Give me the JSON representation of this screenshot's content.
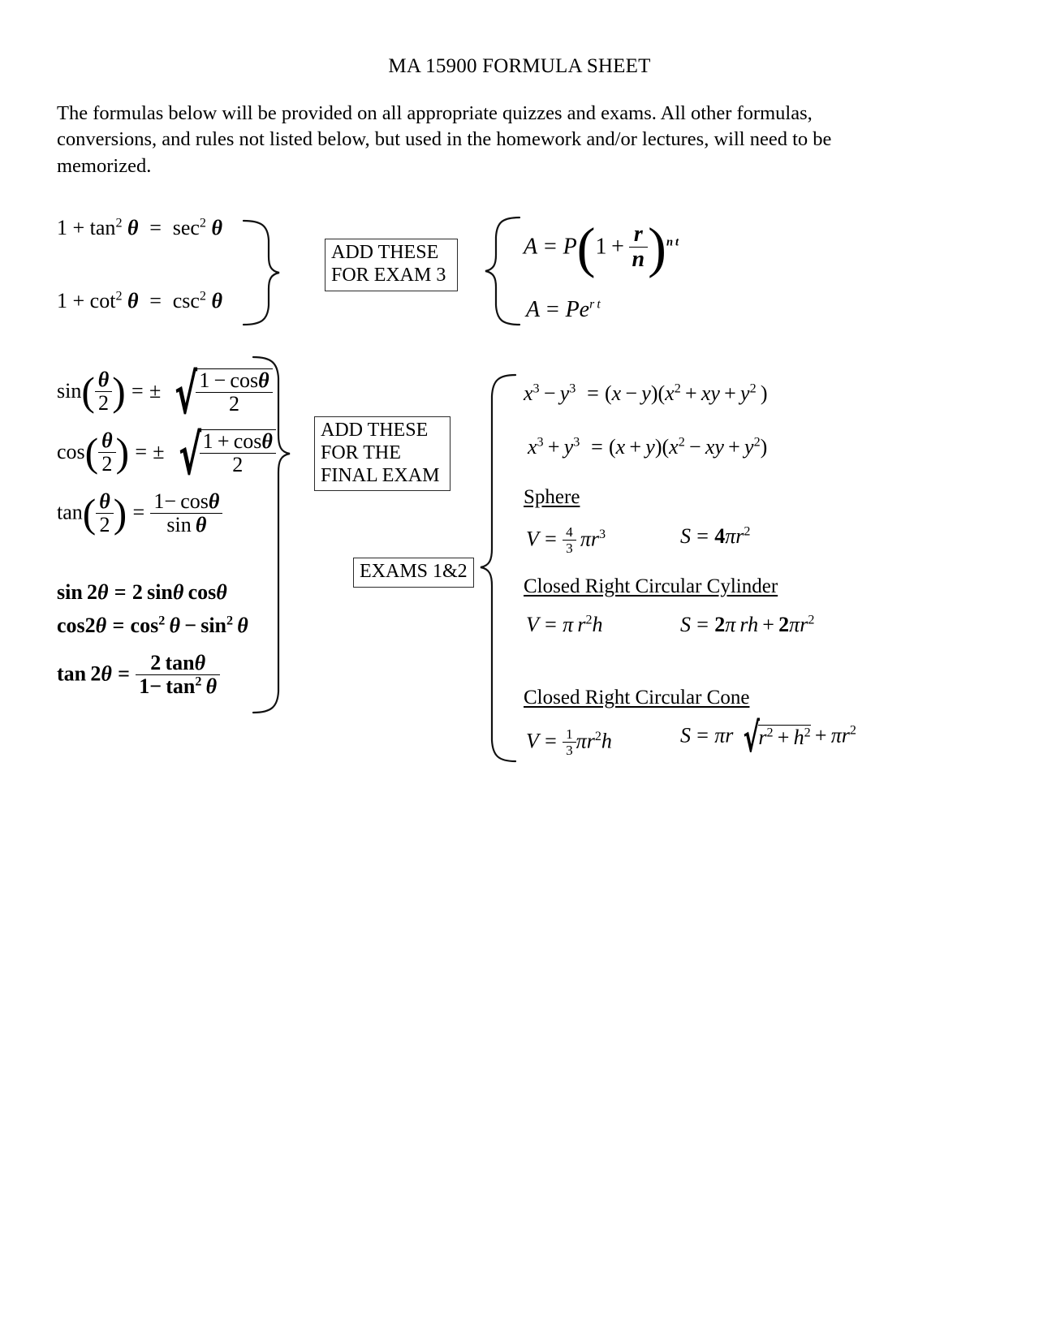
{
  "document": {
    "title": "MA 15900 FORMULA SHEET",
    "intro": "The formulas below will be provided on all appropriate quizzes and exams. All other formulas, conversions, and rules not listed below, but used in the homework and/or lectures, will need to be memorized."
  },
  "labels": {
    "exam3": "ADD THESE\nFOR EXAM 3",
    "exam3_line1": "ADD THESE",
    "exam3_line2": "FOR EXAM 3",
    "final_line1": "ADD THESE",
    "final_line2": "FOR THE",
    "final_line3": "FINAL EXAM",
    "exams12": "EXAMS 1&2"
  },
  "pythagorean_identities": {
    "items": [
      {
        "id": "tan-sec",
        "text": "1 + tan² θ = sec² θ"
      },
      {
        "id": "cot-csc",
        "text": "1 + cot² θ = csc² θ"
      }
    ]
  },
  "interest_formulas": {
    "items": [
      {
        "id": "compound-interest",
        "text": "A = P(1 + r/n)^nt"
      },
      {
        "id": "continuous-interest",
        "text": "A = Pe^rt"
      }
    ]
  },
  "half_angle_identities": {
    "items": [
      {
        "id": "sin-half",
        "text": "sin(θ/2) = ±√((1 − cosθ)/2)"
      },
      {
        "id": "cos-half",
        "text": "cos(θ/2) = ±√((1 + cosθ)/2)"
      },
      {
        "id": "tan-half",
        "text": "tan(θ/2) = (1 − cosθ)/(sin θ)"
      }
    ]
  },
  "double_angle_identities": {
    "items": [
      {
        "id": "sin-double",
        "text": "sin 2θ = 2 sinθ cosθ"
      },
      {
        "id": "cos-double",
        "text": "cos 2θ = cos² θ − sin² θ"
      },
      {
        "id": "tan-double",
        "text": "tan 2θ = 2 tanθ / (1 − tan² θ)"
      }
    ]
  },
  "cube_factoring": {
    "items": [
      {
        "id": "difference-of-cubes",
        "text": "x³ − y³ = (x − y)(x² + xy + y²)"
      },
      {
        "id": "sum-of-cubes",
        "text": "x³ + y³ = (x + y)(x² − xy + y²)"
      }
    ]
  },
  "geometry": {
    "sections": [
      {
        "id": "sphere",
        "heading": "Sphere",
        "volume": "V = 4/3 πr³",
        "surface": "S = 4πr²"
      },
      {
        "id": "cylinder",
        "heading": "Closed Right Circular Cylinder",
        "volume": "V = πr²h",
        "surface": "S = 2πrh + 2πr²"
      },
      {
        "id": "cone",
        "heading": "Closed Right Circular Cone",
        "volume": "V = 1/3 πr²h",
        "surface": "S = πr√(r² + h²) + πr²"
      }
    ]
  },
  "symbols": {
    "theta": "θ",
    "pi": "π",
    "plus_minus": "±",
    "minus": "−",
    "times": "·"
  }
}
